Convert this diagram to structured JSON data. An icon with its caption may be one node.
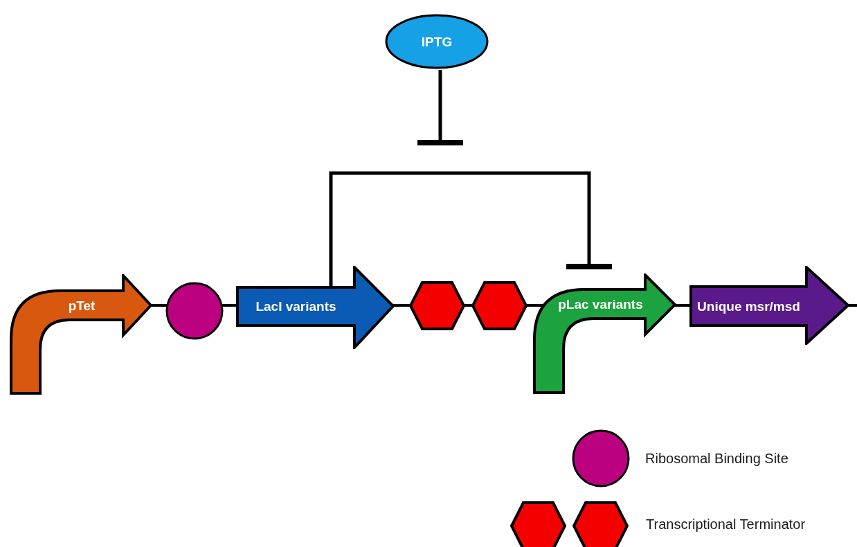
{
  "diagram": {
    "nodes": [
      {
        "text": [
          "IPTG"
        ]
      },
      {
        "text": [
          "pTet"
        ]
      },
      {
        "text": [],
        "shape": "circle"
      },
      {
        "text": [
          "LacI variants"
        ]
      },
      {
        "text": [],
        "shape": "hexagon"
      },
      {
        "text": [],
        "shape": "hexagon"
      },
      {
        "text": [
          "pLac variants"
        ]
      },
      {
        "text": [
          "Unique msr/msd"
        ]
      }
    ],
    "edges": [
      {
        "from": 1,
        "to": 2,
        "arrow": "none"
      },
      {
        "from": 2,
        "to": 3,
        "arrow": "none"
      },
      {
        "from": 3,
        "to": 4,
        "arrow": "none"
      },
      {
        "from": 4,
        "to": 5,
        "arrow": "none"
      },
      {
        "from": 5,
        "to": 6,
        "arrow": "none"
      },
      {
        "from": 6,
        "to": 7,
        "arrow": "none"
      },
      {
        "from": 7,
        "to": null,
        "arrow": "none"
      },
      {
        "from": 3,
        "to": 6,
        "arrow": "other"
      },
      {
        "from": 0,
        "to": null,
        "arrow": "other"
      }
    ],
    "legend": [
      {
        "text": "Ribosomal Binding Site"
      },
      {
        "text": "Transcriptional Terminator"
      }
    ]
  }
}
